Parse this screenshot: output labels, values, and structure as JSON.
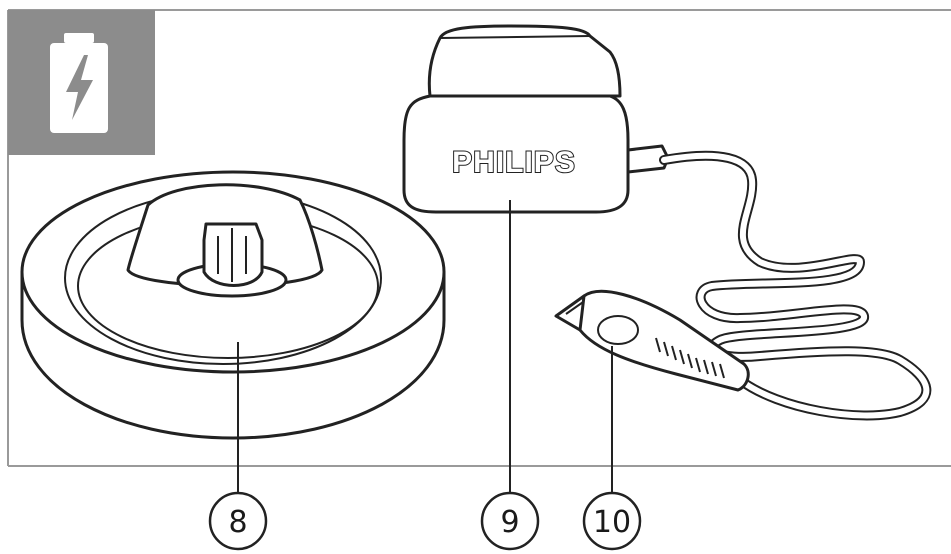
{
  "brand": {
    "logo_text": "PHILIPS"
  },
  "callouts": [
    {
      "id": "charging-stand",
      "label": "8"
    },
    {
      "id": "adapter",
      "label": "9"
    },
    {
      "id": "small-plug",
      "label": "10"
    }
  ],
  "icons": {
    "corner_badge": "battery-charging-icon"
  },
  "colors": {
    "line": "#222222",
    "badge_bg": "#8c8c8c",
    "frame": "#9a9a9a"
  }
}
